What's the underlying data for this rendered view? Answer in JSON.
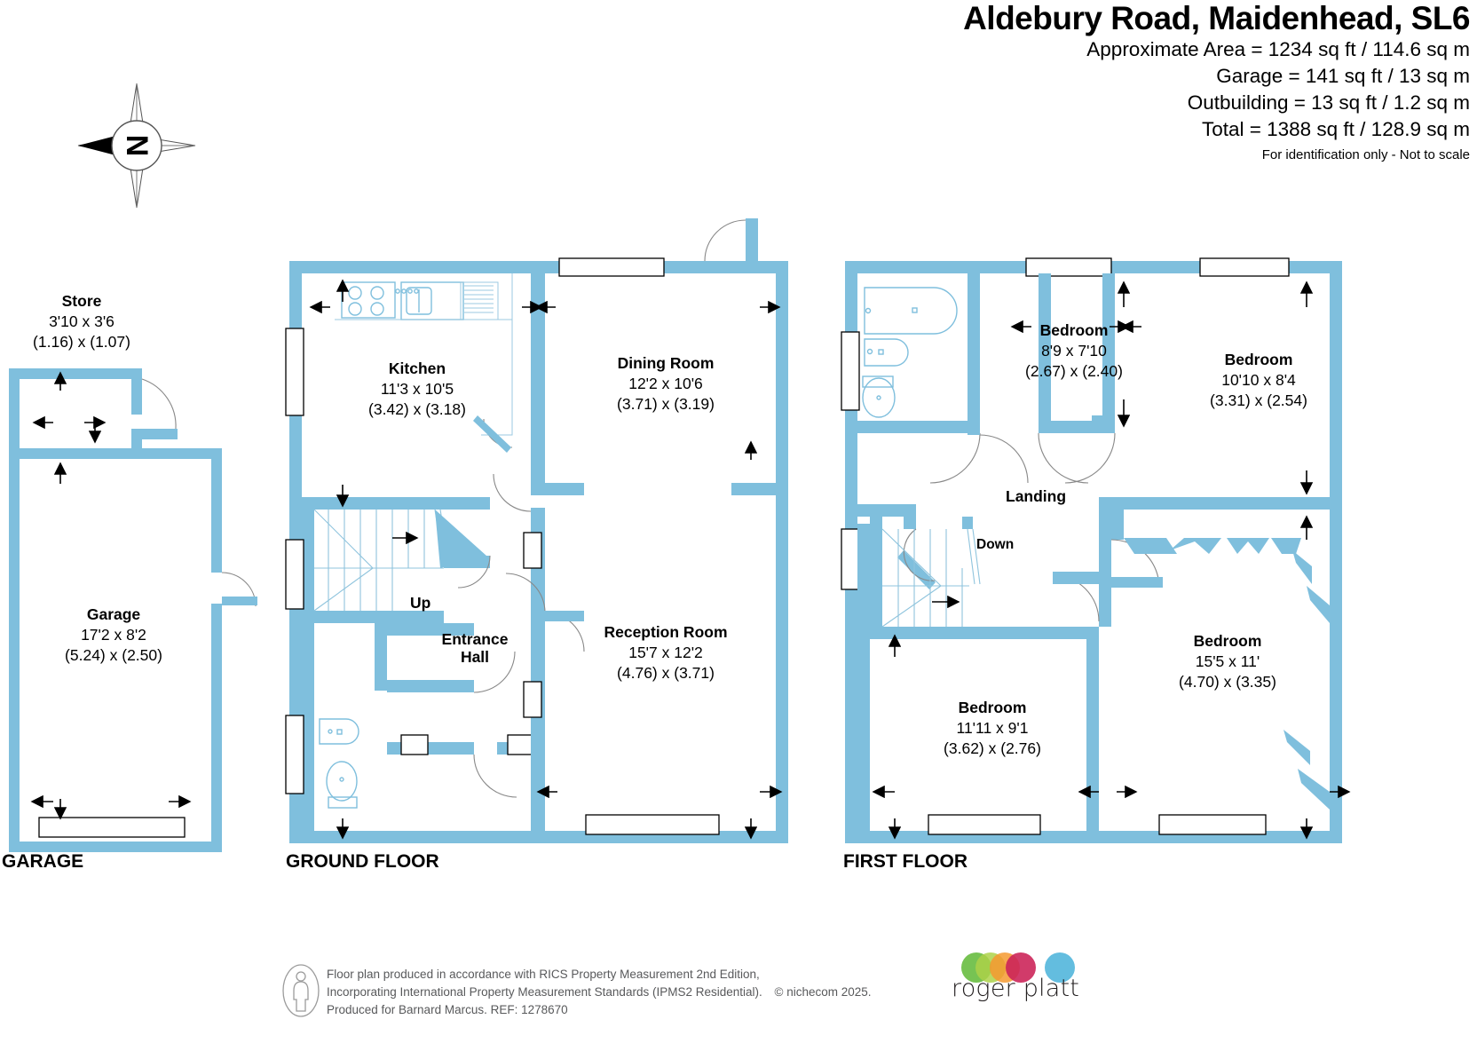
{
  "header": {
    "title": "Aldebury Road, Maidenhead, SL6",
    "area_lines": [
      "Approximate Area = 1234 sq ft / 114.6 sq m",
      "Garage = 141 sq ft / 13 sq m",
      "Outbuilding = 13 sq ft / 1.2 sq m",
      "Total = 1388 sq ft / 128.9 sq m"
    ],
    "disclaimer": "For identification only - Not to scale"
  },
  "compass": {
    "label": "N"
  },
  "floors": [
    {
      "key": "garage",
      "caption": "GARAGE"
    },
    {
      "key": "ground",
      "caption": "GROUND FLOOR"
    },
    {
      "key": "first",
      "caption": "FIRST FLOOR"
    }
  ],
  "rooms": {
    "store": {
      "name": "Store",
      "imperial": "3'10 x 3'6",
      "metric": "(1.16) x (1.07)"
    },
    "garage": {
      "name": "Garage",
      "imperial": "17'2 x 8'2",
      "metric": "(5.24) x (2.50)"
    },
    "kitchen": {
      "name": "Kitchen",
      "imperial": "11'3 x 10'5",
      "metric": "(3.42) x (3.18)"
    },
    "dining": {
      "name": "Dining Room",
      "imperial": "12'2 x 10'6",
      "metric": "(3.71) x (3.19)"
    },
    "reception": {
      "name": "Reception Room",
      "imperial": "15'7 x 12'2",
      "metric": "(4.76) x (3.71)"
    },
    "bed1": {
      "name": "Bedroom",
      "imperial": "8'9 x 7'10",
      "metric": "(2.67) x (2.40)"
    },
    "bed2": {
      "name": "Bedroom",
      "imperial": "10'10 x 8'4",
      "metric": "(3.31) x (2.54)"
    },
    "bed3": {
      "name": "Bedroom",
      "imperial": "15'5 x 11'",
      "metric": "(4.70) x (3.35)"
    },
    "bed4": {
      "name": "Bedroom",
      "imperial": "11'11 x 9'1",
      "metric": "(3.62) x (2.76)"
    }
  },
  "labels": {
    "entrance_hall_l1": "Entrance",
    "entrance_hall_l2": "Hall",
    "stairs_up": "Up",
    "landing": "Landing",
    "stairs_down": "Down"
  },
  "footer": {
    "line1": "Floor plan produced in accordance with RICS Property Measurement 2nd Edition,",
    "line2": "Incorporating International Property Measurement Standards (IPMS2 Residential).",
    "copyright": "© nichecom 2025.",
    "line3": "Produced for Barnard Marcus.   REF:  1278670"
  },
  "logo": {
    "text": "roger platt",
    "dots": [
      "#6cbe45",
      "#a6ce39",
      "#f4901e",
      "#c8134b",
      "#56b8dd"
    ]
  },
  "colors": {
    "wall": "#7fbfdd",
    "fixture_stroke": "#7fbfdd",
    "text": "#000000",
    "footer_text": "#58595b"
  }
}
